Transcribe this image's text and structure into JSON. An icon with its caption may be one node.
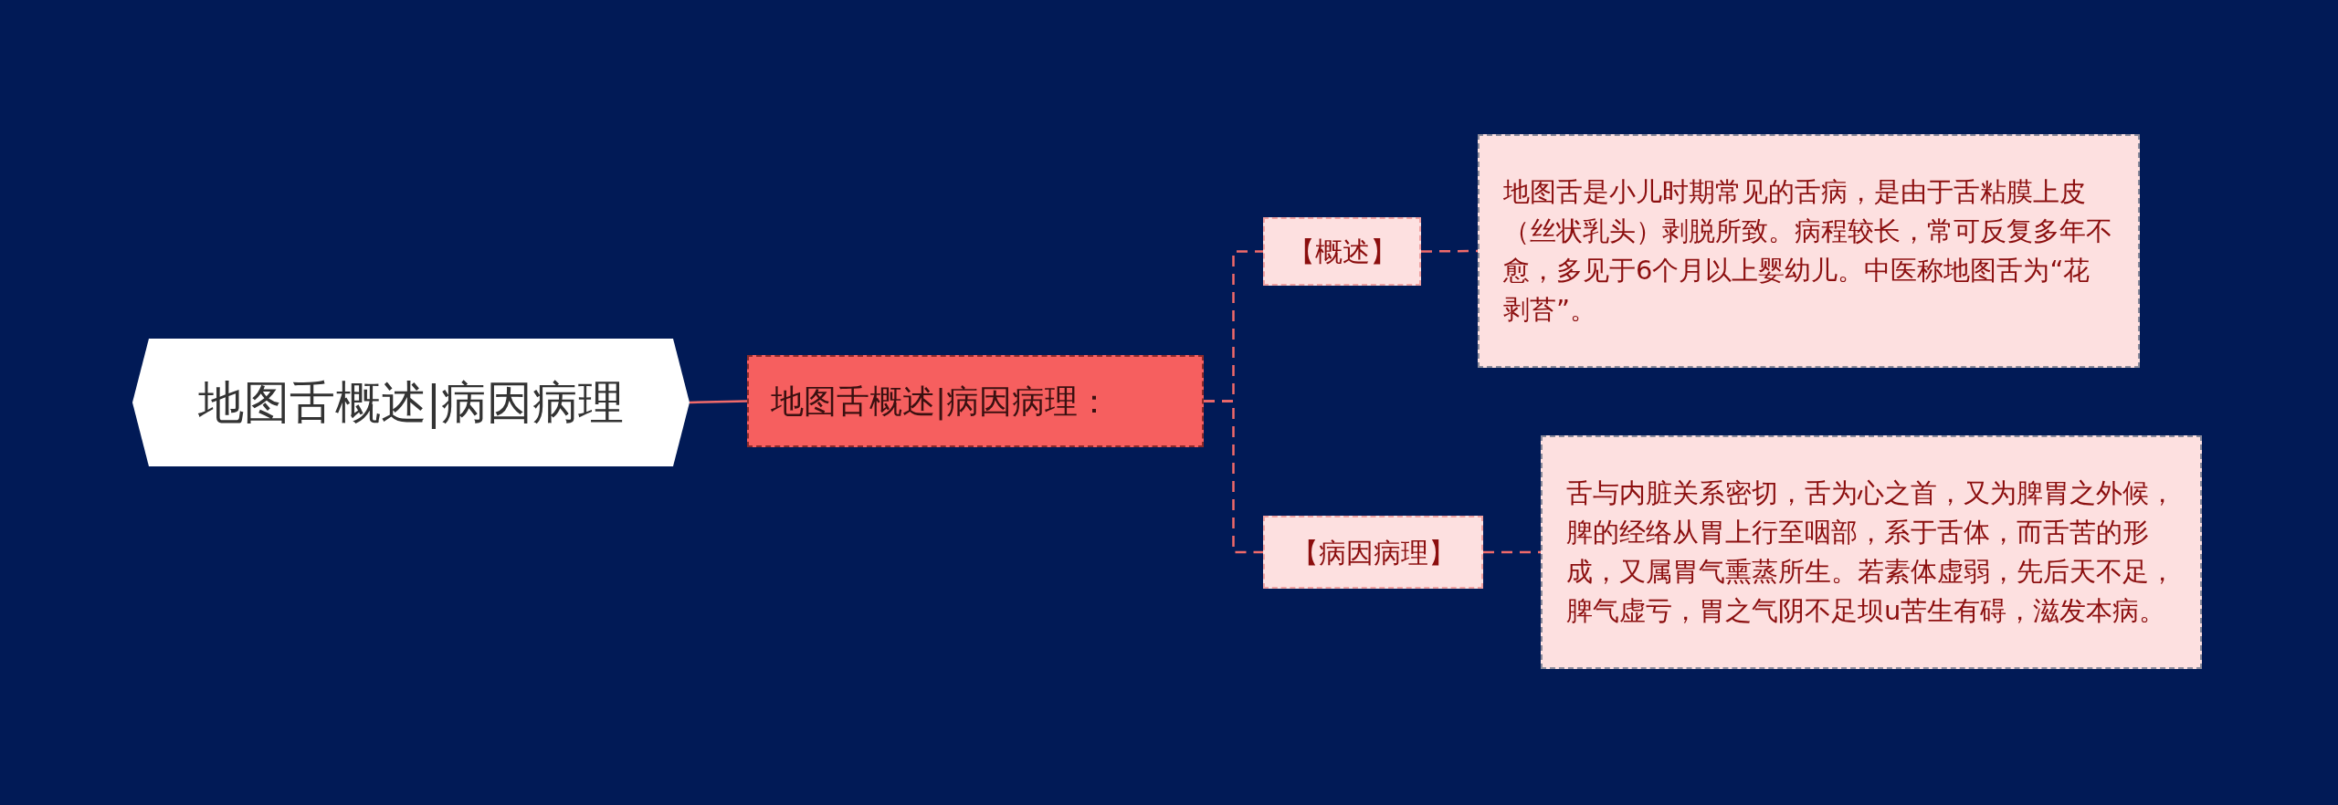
{
  "diagram": {
    "nodes": [
      {
        "text": [
          "地图舌概述|病因病理"
        ]
      },
      {
        "text": [
          "地图舌概述|病因病理："
        ]
      },
      {
        "text": [
          "【概述】"
        ]
      },
      {
        "text": [
          "地图舌是小儿时期常见的舌病，是由于舌粘膜上皮（丝状乳头）剥脱所致。病程较长，常可反复多年不愈，多见于6个月以上婴幼儿。中医称地图舌为“花剥苔”。"
        ]
      },
      {
        "text": [
          "【病因病理】"
        ]
      },
      {
        "text": [
          "舌与内脏关系密切，舌为心之首，又为脾胃之外候，脾的经络从胃上行至咽部，系于舌体，而舌苦的形成，又属胃气熏蒸所生。若素体虚弱，先后天不足，脾气虚亏，胃之气阴不足坝u苦生有碍，滋发本病。"
        ]
      }
    ],
    "edges": [
      {
        "from": 0,
        "to": 1,
        "arrow": "none"
      },
      {
        "from": 1,
        "to": 2,
        "arrow": "none",
        "style": "dashed"
      },
      {
        "from": 1,
        "to": 4,
        "arrow": "none",
        "style": "dashed"
      },
      {
        "from": 2,
        "to": 3,
        "arrow": "none",
        "style": "dashed"
      },
      {
        "from": 4,
        "to": 5,
        "arrow": "none",
        "style": "dashed"
      }
    ]
  }
}
